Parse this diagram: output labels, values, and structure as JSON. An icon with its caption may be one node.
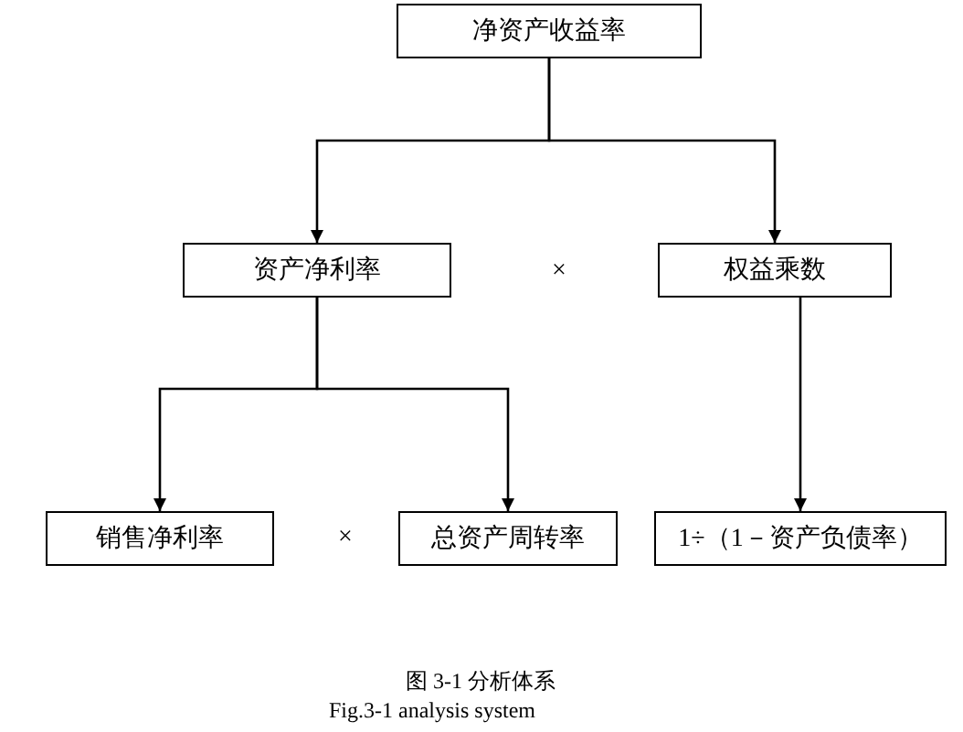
{
  "diagram": {
    "caption": "图 3-1 分析体系",
    "nodes": [
      {
        "text": [
          "净资产收益率"
        ]
      },
      {
        "text": [
          "资产净利率"
        ]
      },
      {
        "text": [
          "权益乘数"
        ]
      },
      {
        "text": [
          "销售净利率"
        ]
      },
      {
        "text": [
          "总资产周转率"
        ]
      },
      {
        "text": [
          "1÷（1－资产负债率）"
        ]
      }
    ],
    "edges": [
      {
        "from": 0,
        "to": 1,
        "arrow": "to"
      },
      {
        "from": 0,
        "to": 2,
        "arrow": "to"
      },
      {
        "from": 1,
        "to": 3,
        "arrow": "to"
      },
      {
        "from": 1,
        "to": 4,
        "arrow": "to"
      },
      {
        "from": 2,
        "to": 5,
        "arrow": "to"
      }
    ],
    "labels": [
      "×",
      "×",
      "Fig.3-1 analysis system"
    ]
  }
}
